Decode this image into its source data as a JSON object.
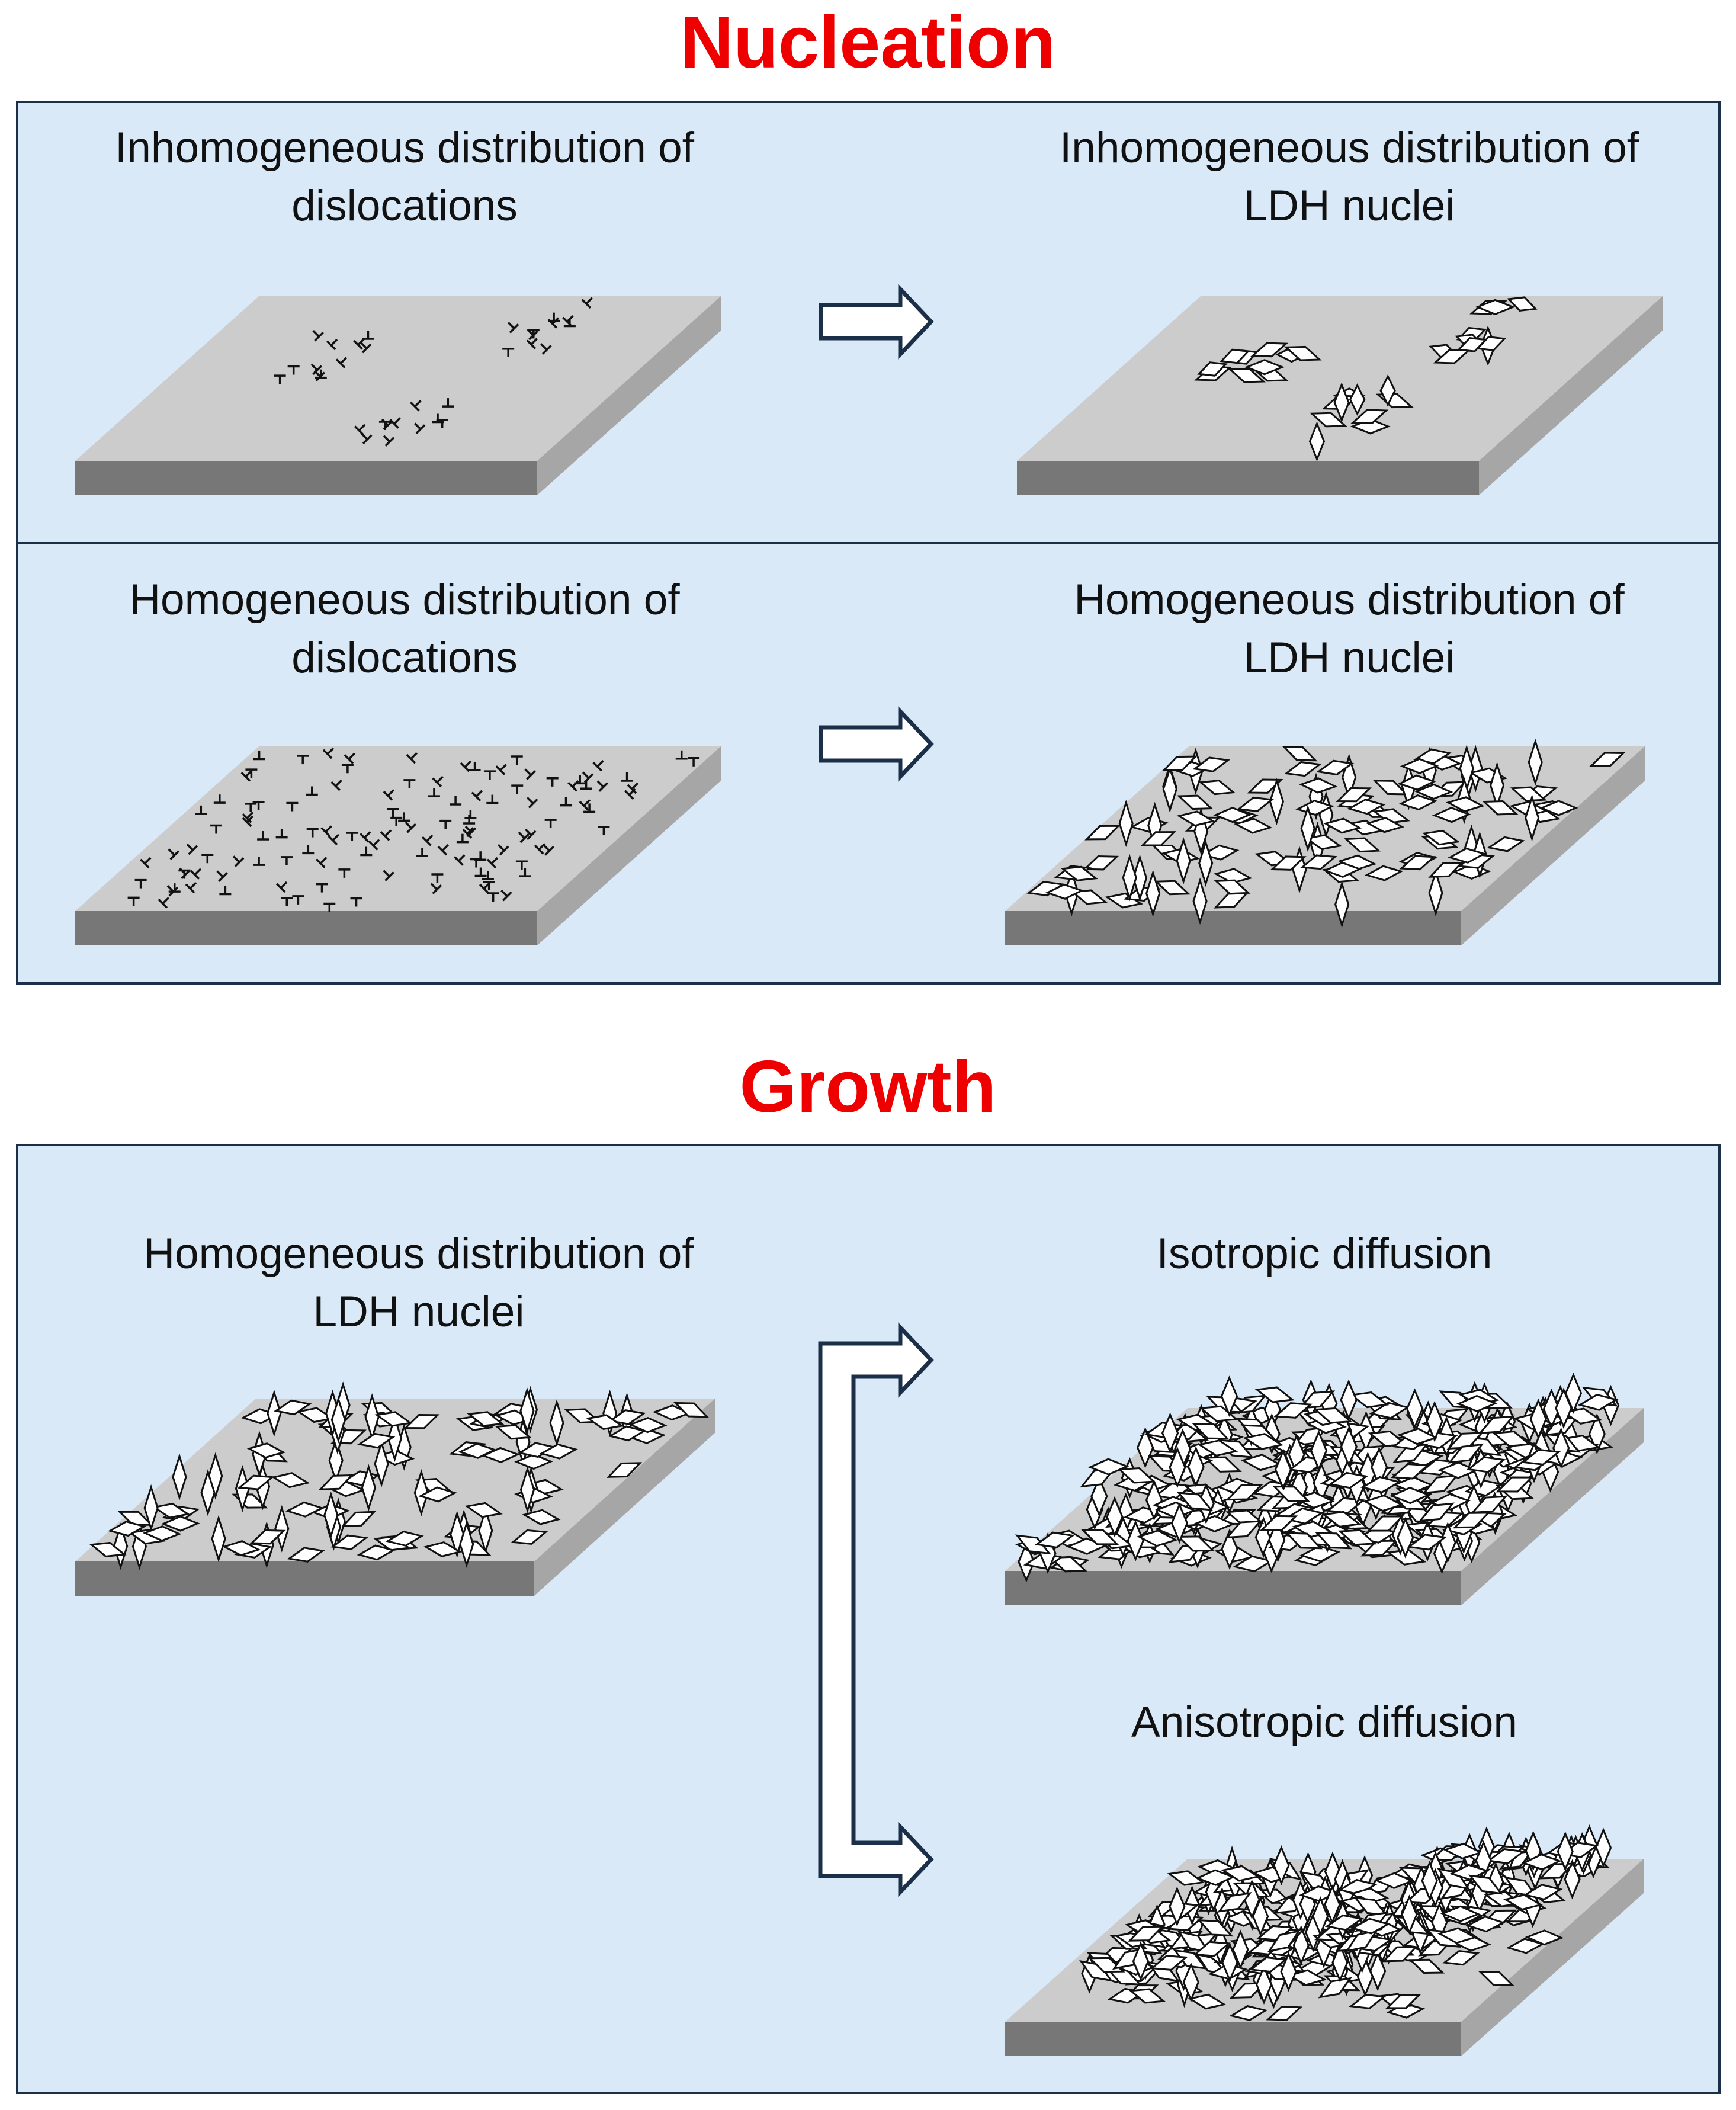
{
  "nucleation": {
    "title": "Nucleation",
    "inhomogeneous": {
      "left_label": "Inhomogeneous distribution of\ndislocations",
      "right_label": "Inhomogeneous distribution of\nLDH nuclei"
    },
    "homogeneous": {
      "left_label": "Homogeneous distribution of\ndislocations",
      "right_label": "Homogeneous distribution of\nLDH nuclei"
    }
  },
  "growth": {
    "title": "Growth",
    "left_label": "Homogeneous distribution of\nLDH nuclei",
    "top_right_label": "Isotropic diffusion",
    "bottom_right_label": "Anisotropic diffusion"
  },
  "colors": {
    "title": "#ee0000",
    "panel_fill": "#d9e9f7",
    "panel_border": "#1b3048",
    "slab_top": "#cccccc",
    "slab_front": "#777777",
    "slab_side": "#a6a6a6"
  },
  "icons": [
    "dislocation-symbol-icon",
    "ldh-nucleus-rhombus-icon",
    "right-arrow-icon",
    "branch-arrow-icon"
  ]
}
